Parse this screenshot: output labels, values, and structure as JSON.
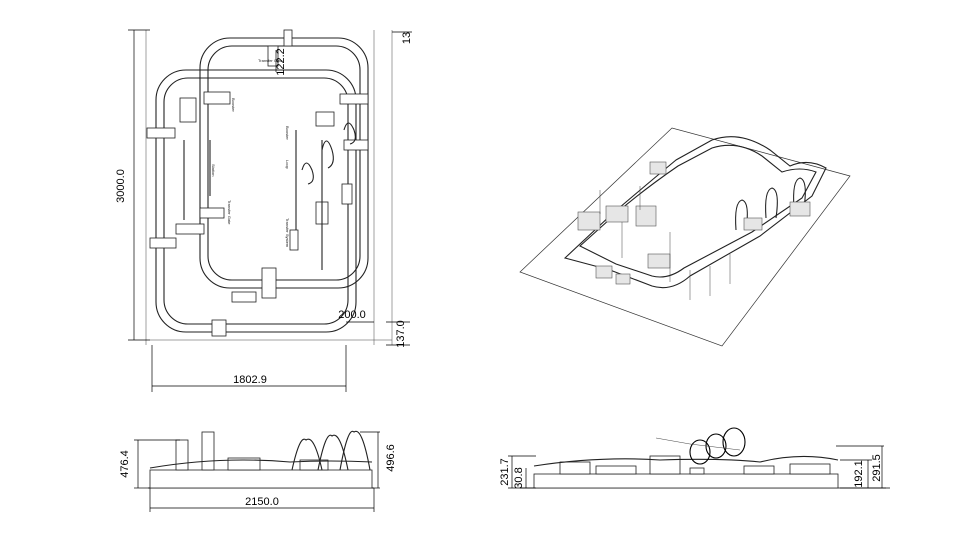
{
  "top_view": {
    "dims": {
      "height": "3000.0",
      "width": "1802.9",
      "offset_right": "200.0",
      "bottom_gap": "137.0",
      "top_gap": "13",
      "small_gap": "122.2"
    },
    "labels": [
      "Transfer Gate",
      "Booster",
      "Booster",
      "Station",
      "Loop",
      "Transfer System",
      "Transfer Gate",
      "Booster"
    ]
  },
  "iso_view": {},
  "front_view": {
    "dims": {
      "left_height": "476.4",
      "right_height": "496.6",
      "width": "2150.0"
    }
  },
  "side_view": {
    "dims": {
      "left_outer": "231.7",
      "left_inner": "30.8",
      "right_inner": "192.1",
      "right_outer": "291.5"
    }
  }
}
